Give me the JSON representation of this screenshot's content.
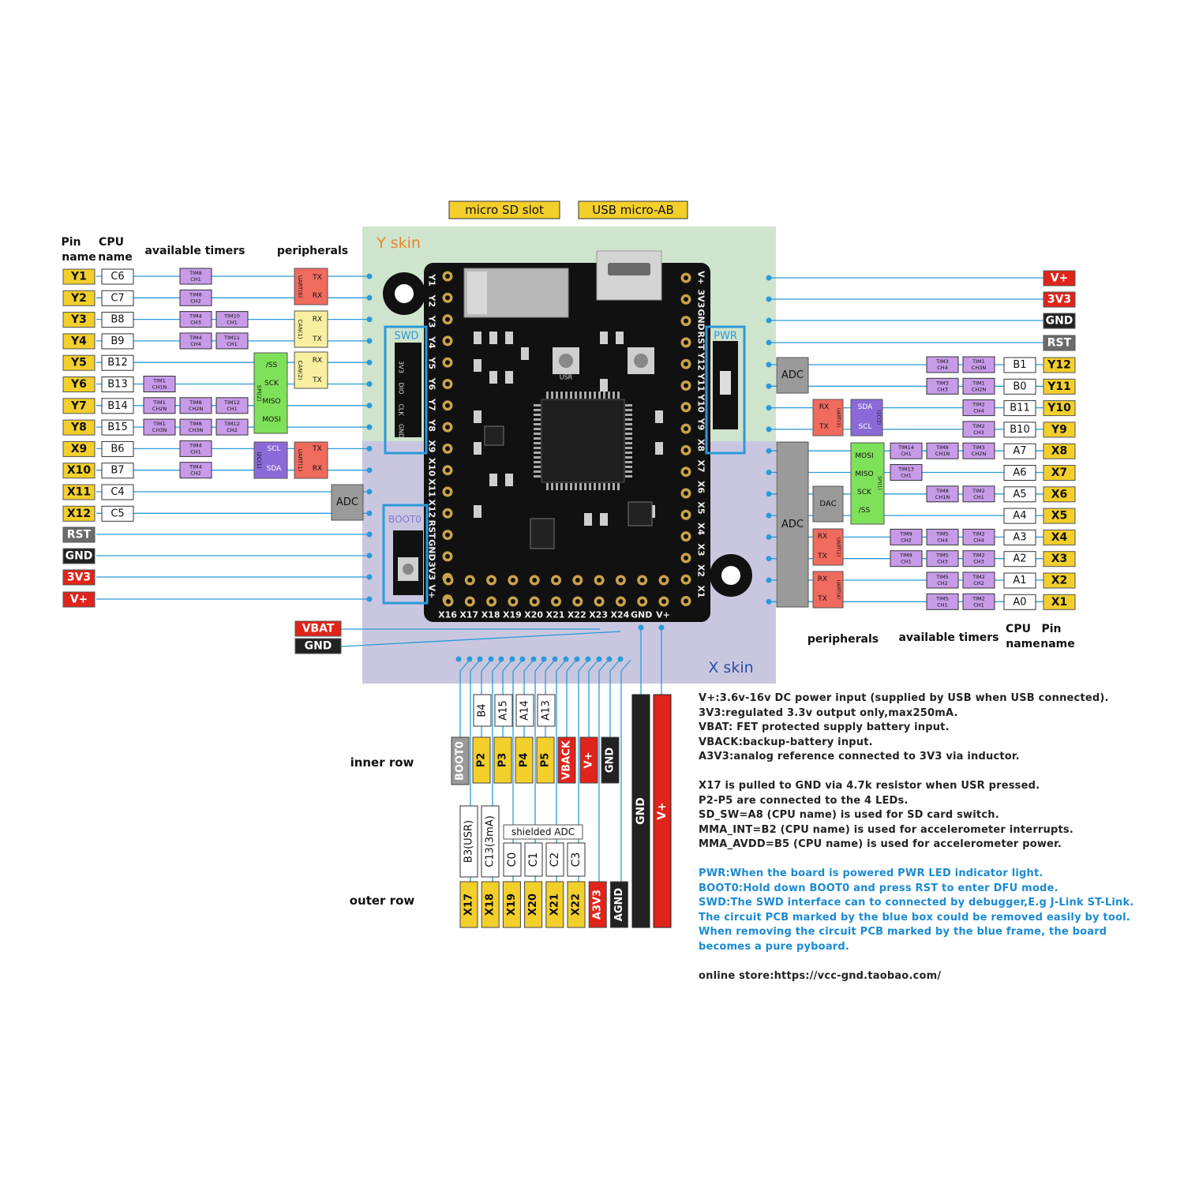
{
  "top_labels": {
    "sd_slot": "micro SD slot",
    "usb": "USB micro-AB"
  },
  "skins": {
    "y": "Y skin",
    "x": "X skin"
  },
  "left_headers": {
    "pin": "Pin",
    "pin_name": "name",
    "cpu": "CPU",
    "cpu_name": "name",
    "timers": "available timers",
    "peripherals": "peripherals"
  },
  "right_headers": {
    "peripherals": "peripherals",
    "timers": "available timers",
    "cpu": "CPU",
    "cpu_name": "name",
    "pin": "Pin",
    "pin_name": "name"
  },
  "left_pins": [
    {
      "pin": "Y1",
      "cpu": "C6",
      "timers": [
        "TIM8 CH1"
      ]
    },
    {
      "pin": "Y2",
      "cpu": "C7",
      "timers": [
        "TIM8 CH2"
      ]
    },
    {
      "pin": "Y3",
      "cpu": "B8",
      "timers": [
        "TIM4 CH3",
        "TIM10 CH1"
      ]
    },
    {
      "pin": "Y4",
      "cpu": "B9",
      "timers": [
        "TIM4 CH4",
        "TIM11 CH1"
      ]
    },
    {
      "pin": "Y5",
      "cpu": "B12",
      "timers": []
    },
    {
      "pin": "Y6",
      "cpu": "B13",
      "timers": [
        "TIM1 CH1N"
      ]
    },
    {
      "pin": "Y7",
      "cpu": "B14",
      "timers": [
        "TIM1 CH2N",
        "TIM8 CH2N",
        "TIM12 CH1"
      ]
    },
    {
      "pin": "Y8",
      "cpu": "B15",
      "timers": [
        "TIM1 CH3N",
        "TIM8 CH3N",
        "TIM12 CH2"
      ]
    },
    {
      "pin": "X9",
      "cpu": "B6",
      "timers": [
        "TIM4 CH1"
      ]
    },
    {
      "pin": "X10",
      "cpu": "B7",
      "timers": [
        "TIM4 CH2"
      ]
    },
    {
      "pin": "X11",
      "cpu": "C4",
      "timers": []
    },
    {
      "pin": "X12",
      "cpu": "C5",
      "timers": []
    }
  ],
  "left_power": [
    "RST",
    "GND",
    "3V3",
    "V+"
  ],
  "left_periph": {
    "uart6": [
      "TX",
      "RX"
    ],
    "uart6_label": "UART(6)",
    "can1": [
      "RX",
      "TX"
    ],
    "can1_label": "CAN(1)",
    "can2": [
      "RX",
      "TX"
    ],
    "can2_label": "CAN(2)",
    "spi2": [
      "/SS",
      "SCK",
      "MISO",
      "MOSI"
    ],
    "spi2_label": "SPI(2)",
    "i2c1": [
      "SCL",
      "SDA"
    ],
    "i2c1_label": "I2C(1)",
    "uart1": [
      "TX",
      "RX"
    ],
    "uart1_label": "UART(1)",
    "adc": "ADC"
  },
  "bottom_left": [
    "VBAT",
    "GND"
  ],
  "right_power": [
    "V+",
    "3V3",
    "GND",
    "RST"
  ],
  "right_pins": [
    {
      "pin": "Y12",
      "cpu": "B1",
      "timers": [
        "TIM3 CH4",
        "TIM1 CH3N"
      ]
    },
    {
      "pin": "Y11",
      "cpu": "B0",
      "timers": [
        "TIM3 CH3",
        "TIM1 CH2N"
      ]
    },
    {
      "pin": "Y10",
      "cpu": "B11",
      "timers": [
        "TIM2 CH4"
      ]
    },
    {
      "pin": "Y9",
      "cpu": "B10",
      "timers": [
        "TIM2 CH3"
      ]
    },
    {
      "pin": "X8",
      "cpu": "A7",
      "timers": [
        "TIM14 CH1",
        "TIM8 CH1N",
        "TIM3 CH2N"
      ]
    },
    {
      "pin": "X7",
      "cpu": "A6",
      "timers": [
        "TIM13 CH1"
      ]
    },
    {
      "pin": "X6",
      "cpu": "A5",
      "timers": [
        "TIM8 CH1N",
        "TIM2 CH1"
      ]
    },
    {
      "pin": "X5",
      "cpu": "A4",
      "timers": []
    },
    {
      "pin": "X4",
      "cpu": "A3",
      "timers": [
        "TIM9 CH2",
        "TIM5 CH4",
        "TIM2 CH4"
      ]
    },
    {
      "pin": "X3",
      "cpu": "A2",
      "timers": [
        "TIM9 CH1",
        "TIM5 CH3",
        "TIM2 CH3"
      ]
    },
    {
      "pin": "X2",
      "cpu": "A1",
      "timers": [
        "TIM5 CH2",
        "TIM2 CH2"
      ]
    },
    {
      "pin": "X1",
      "cpu": "A0",
      "timers": [
        "TIM5 CH1",
        "TIM2 CH1"
      ]
    }
  ],
  "right_periph": {
    "adc_top": "ADC",
    "adc_big": "ADC",
    "dac": "DAC",
    "uart3": [
      "RX",
      "TX"
    ],
    "uart3_label": "UART(3)",
    "i2c2": [
      "SDA",
      "SCL"
    ],
    "i2c2_label": "I2C(2)",
    "spi1": [
      "MOSI",
      "MISO",
      "SCK",
      "/SS"
    ],
    "spi1_label": "SPI(1)",
    "uart2": [
      "RX",
      "TX"
    ],
    "uart2_label": "UART(2)",
    "uart4": [
      "RX",
      "TX"
    ],
    "uart4_label": "UART(4)"
  },
  "board": {
    "swd": "SWD",
    "boot0": "BOOT0",
    "pwr": "PWR",
    "usr": "USR",
    "swd_pins": [
      "3V3",
      "DIO",
      "CLK",
      "GND"
    ],
    "left_silk": [
      "Y1",
      "Y2",
      "Y3",
      "Y4",
      "Y5",
      "Y6",
      "Y7",
      "Y8",
      "X9",
      "X10",
      "X11",
      "X12",
      "RST",
      "GND",
      "3V3",
      "V+"
    ],
    "right_silk": [
      "V+",
      "3V3",
      "GND",
      "RST",
      "Y12",
      "Y11",
      "Y10",
      "Y9",
      "X8",
      "X7",
      "X6",
      "X5",
      "X4",
      "X3",
      "X2",
      "X1"
    ],
    "bottom_silk": [
      "X16",
      "X17",
      "X18",
      "X19",
      "X20",
      "X21",
      "X22",
      "X23",
      "X24",
      "GND",
      "V+"
    ]
  },
  "bottom": {
    "inner_row": "inner row",
    "outer_row": "outer row",
    "inner_top": [
      "B4",
      "A15",
      "A14",
      "A13"
    ],
    "inner": [
      "BOOT0",
      "P2",
      "P3",
      "P4",
      "P5",
      "VBACK",
      "V+",
      "GND"
    ],
    "outer_top": [
      "B3(USR)",
      "C13(3mA)"
    ],
    "shielded": "shielded ADC",
    "adc_channels": [
      "C0",
      "C1",
      "C2",
      "C3"
    ],
    "outer": [
      "X17",
      "X18",
      "X19",
      "X20",
      "X21",
      "X22",
      "A3V3",
      "AGND"
    ],
    "tall": [
      "GND",
      "V+"
    ]
  },
  "notes": {
    "black": [
      "V+:3.6v-16v DC power input (supplied by USB when USB connected).",
      "3V3:regulated 3.3v output only,max250mA.",
      "VBAT: FET protected supply battery input.",
      "VBACK:backup-battery input.",
      "A3V3:analog reference connected to 3V3 via inductor."
    ],
    "black2": [
      "X17 is pulled to GND via 4.7k resistor when USR pressed.",
      "P2-P5 are connected to the 4 LEDs.",
      "SD_SW=A8 (CPU name) is used for SD card switch.",
      "MMA_INT=B2 (CPU name) is used for accelerometer interrupts.",
      "MMA_AVDD=B5 (CPU name) is used for accelerometer power."
    ],
    "blue": [
      "PWR:When the board is powered PWR LED indicator light.",
      "BOOT0:Hold down BOOT0 and press RST to enter DFU mode.",
      "SWD:The SWD interface can to connected by debugger,E.g J-Link ST-Link.",
      "The circuit PCB marked by the blue box could be removed easily by tool.",
      "When removing the circuit PCB marked by the blue frame, the board",
      "becomes a pure pyboard."
    ],
    "store": "online store:https://vcc-gnd.taobao.com/"
  },
  "colors": {
    "pin_yellow": "#f3cf2c",
    "power_red": "#e0241b",
    "power_dark": "#222222",
    "timer": "#c79be8",
    "periph_red": "#f06a5e",
    "periph_green": "#7fe15a",
    "periph_yellow": "#f8f0a0",
    "periph_purple": "#8b6ad8",
    "adc_gray": "#9a9a9a",
    "y_skin": "#cfe4cc",
    "x_skin": "#c9c7e0",
    "line": "#2b9ad8",
    "board": "#111111"
  }
}
